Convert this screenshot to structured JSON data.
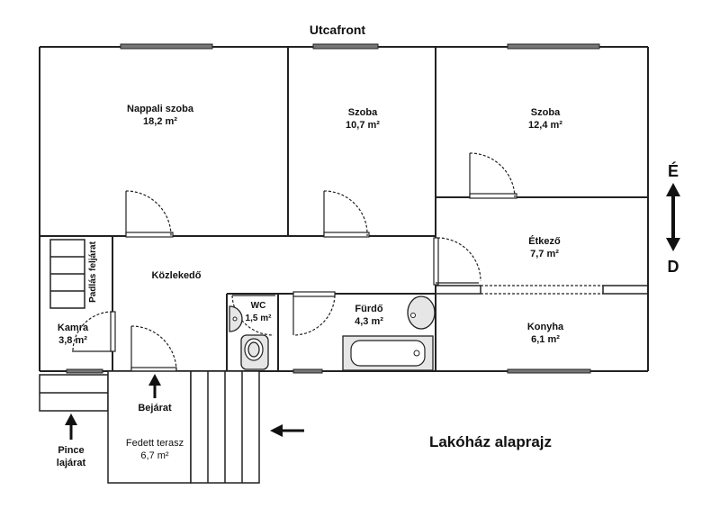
{
  "plan": {
    "street_label": "Utcafront",
    "title": "Lakóház alaprajz",
    "compass": {
      "north": "É",
      "south": "D"
    },
    "rooms": {
      "nappali": {
        "name": "Nappali szoba",
        "area": "18,2 m²"
      },
      "szoba1": {
        "name": "Szoba",
        "area": "10,7 m²"
      },
      "szoba2": {
        "name": "Szoba",
        "area": "12,4 m²"
      },
      "etkezo": {
        "name": "Étkező",
        "area": "7,7 m²"
      },
      "kozlekedo": {
        "name": "Közlekedő"
      },
      "kamra": {
        "name": "Kamra",
        "area": "3,8 m²"
      },
      "wc": {
        "name": "WC",
        "area": "1,5 m²"
      },
      "furdo": {
        "name": "Fürdő",
        "area": "4,3 m²"
      },
      "konyha": {
        "name": "Konyha",
        "area": "6,1 m²"
      },
      "terasz": {
        "name": "Fedett terasz",
        "area": "6,7 m²"
      }
    },
    "labels": {
      "padlas": "Padlás feljárat",
      "bejarat": "Bejárat",
      "pince_line1": "Pince",
      "pince_line2": "lajárat"
    }
  }
}
